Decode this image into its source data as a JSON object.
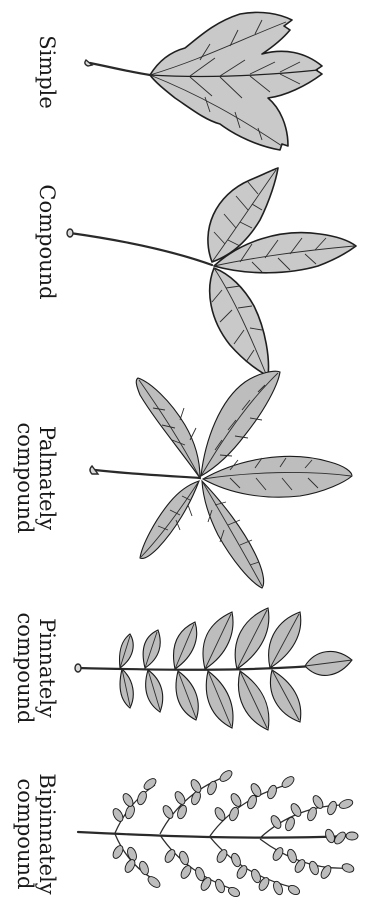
{
  "labels": {
    "simple": [
      "Simple"
    ],
    "compound": [
      "Compound"
    ],
    "palmately": [
      "Palmately",
      "compound"
    ],
    "pinnately": [
      "Pinnately",
      "compound"
    ],
    "bipinnately": [
      "Bipinnately",
      "compound"
    ]
  },
  "colors": {
    "leaf_fill": "#c9c9c9",
    "outline": "#1f1f1f",
    "text": "#1a1a1a"
  }
}
